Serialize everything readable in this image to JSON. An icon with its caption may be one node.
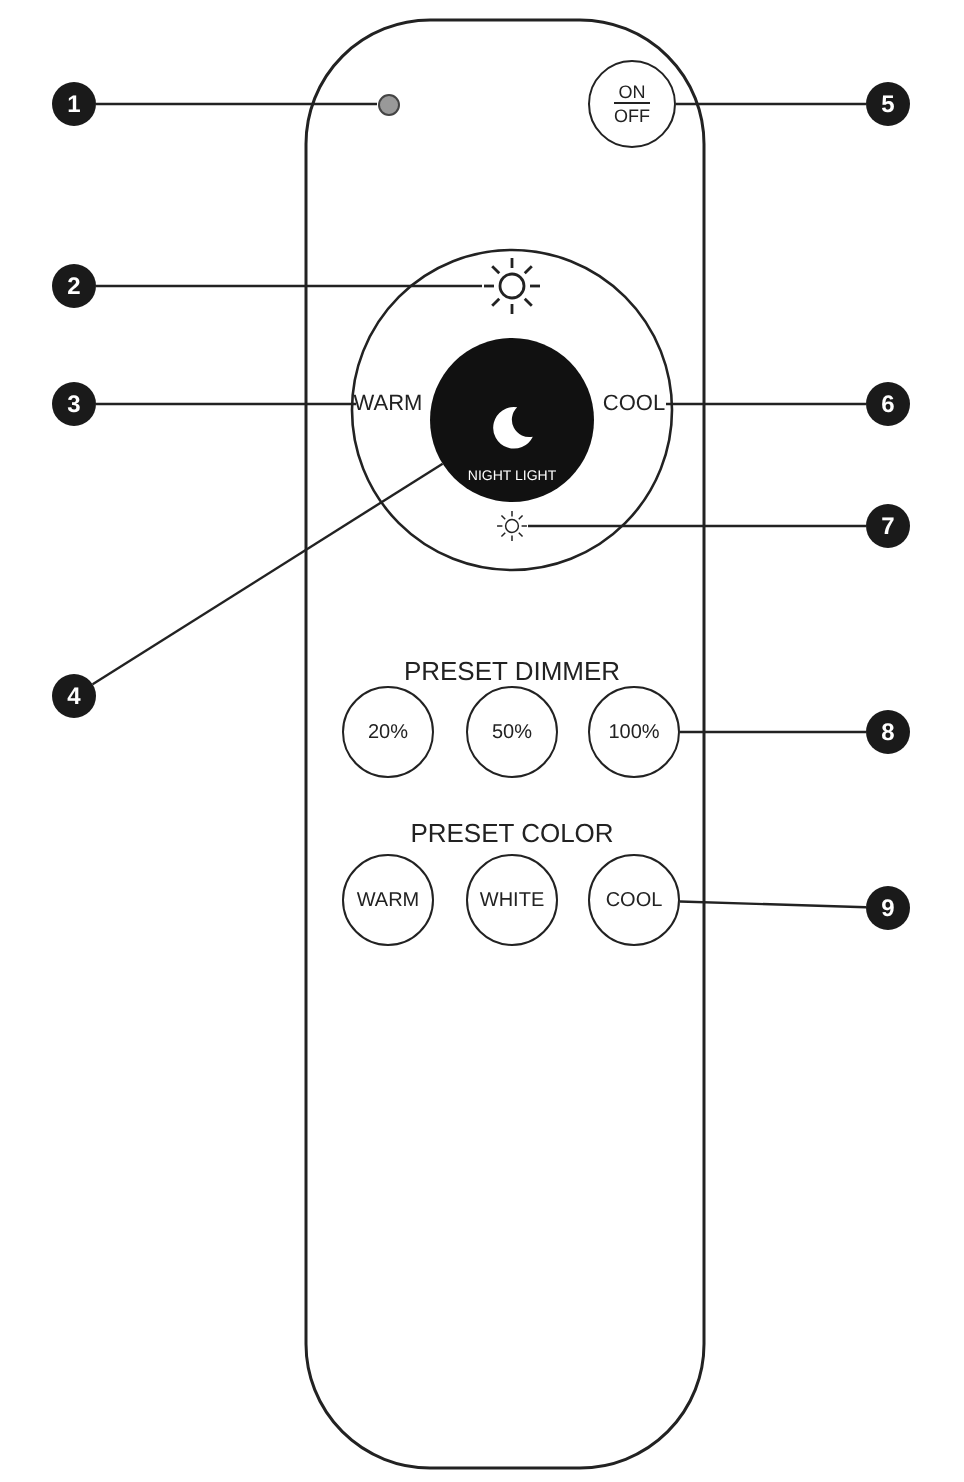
{
  "diagram": {
    "nodes": [
      {
        "text": [
          "1"
        ]
      },
      {
        "text": [],
        "shape": "circle"
      },
      {
        "text": [
          "2"
        ]
      },
      {
        "text": [],
        "shape": "sun"
      },
      {
        "text": [
          "3"
        ]
      },
      {
        "text": [
          "WARM"
        ]
      },
      {
        "text": [
          "4"
        ]
      },
      {
        "text": [
          "NIGHT LIGHT"
        ]
      },
      {
        "text": [
          "5"
        ]
      },
      {
        "text": [
          "ON",
          "OFF"
        ]
      },
      {
        "text": [
          "6"
        ]
      },
      {
        "text": [
          "COOL"
        ]
      },
      {
        "text": [
          "7"
        ]
      },
      {
        "text": [],
        "shape": "sun"
      },
      {
        "text": [
          "20%"
        ]
      },
      {
        "text": [
          "50%"
        ]
      },
      {
        "text": [
          "100%"
        ]
      },
      {
        "text": [
          "8"
        ]
      },
      {
        "text": [
          "WARM"
        ]
      },
      {
        "text": [
          "WHITE"
        ]
      },
      {
        "text": [
          "COOL"
        ]
      },
      {
        "text": [
          "9"
        ]
      }
    ],
    "edges": [
      {
        "from": 0,
        "to": 1,
        "arrow": "none"
      },
      {
        "from": 2,
        "to": 3,
        "arrow": "none"
      },
      {
        "from": 4,
        "to": 5,
        "arrow": "none"
      },
      {
        "from": 6,
        "to": 7,
        "arrow": "none"
      },
      {
        "from": 8,
        "to": 9,
        "arrow": "none"
      },
      {
        "from": 10,
        "to": 11,
        "arrow": "none"
      },
      {
        "from": 12,
        "to": 13,
        "arrow": "none"
      },
      {
        "from": 17,
        "to": 16,
        "arrow": "none"
      },
      {
        "from": 21,
        "to": 20,
        "arrow": "none"
      }
    ],
    "labels": [
      "PRESET DIMMER",
      "PRESET COLOR"
    ]
  }
}
